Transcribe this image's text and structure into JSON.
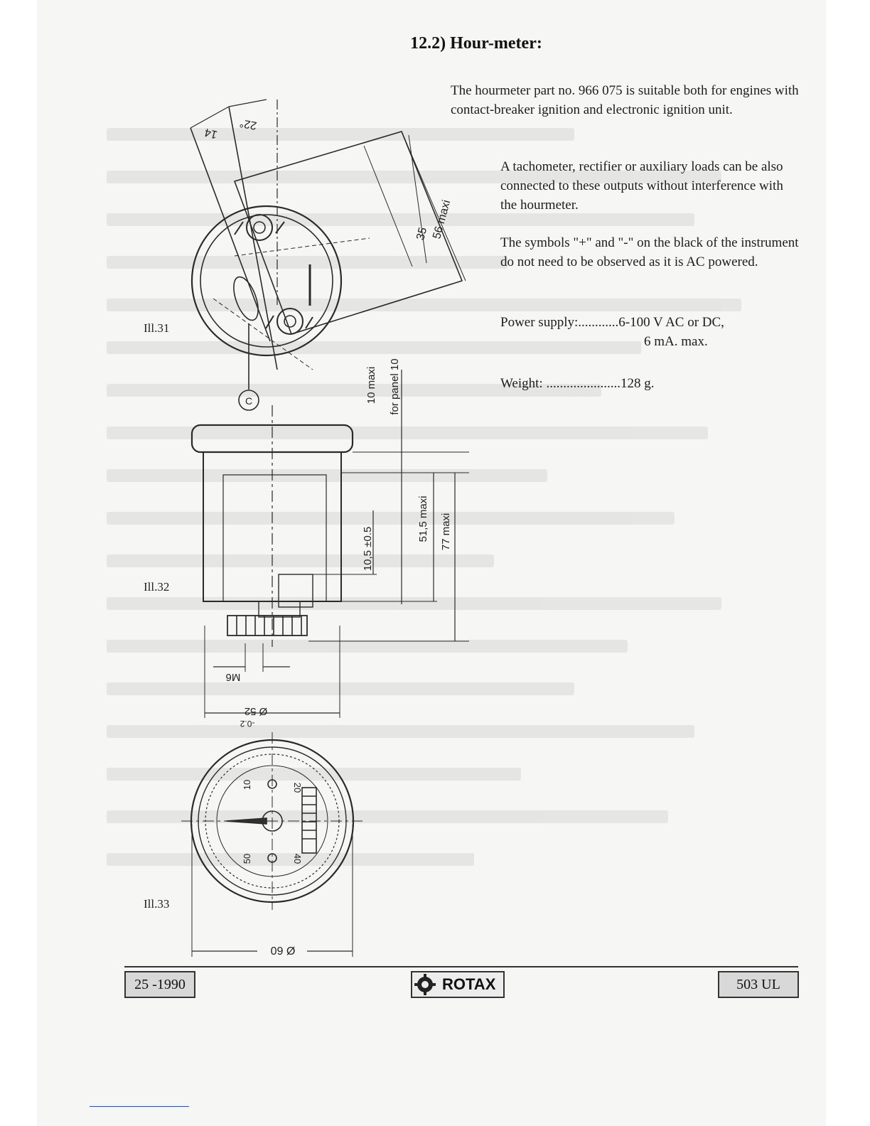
{
  "section_title": "12.2) Hour-meter:",
  "paragraphs": [
    "The hourmeter part no. 966 075 is suitable both for engines with contact-breaker ignition and electronic ignition unit.",
    "A tachometer, rectifier or auxiliary loads can be also connected to these outputs without interference with the hourmeter.",
    "The symbols \"+\" and \"-\" on the black of the instrument do not need to be observed as it is AC powered."
  ],
  "specs": {
    "power_supply_label": "Power supply:",
    "power_supply_dots": "............",
    "power_supply_value": "6-100 V AC or DC,",
    "power_supply_value2": "6  mA. max.",
    "weight_label": "Weight:",
    "weight_dots": "......................",
    "weight_value": "128 g."
  },
  "illustrations": {
    "ill31": "Ill.31",
    "ill32": "Ill.32",
    "ill33": "Ill.33"
  },
  "dimensions": {
    "angle": "22°",
    "d14": "14",
    "d35": "35",
    "d56": "56 maxi",
    "d10": "10  maxi",
    "panel": "for panel 10",
    "d105": "10,5 ±0.5",
    "d515": "51,5  maxi",
    "d77": "77  maxi",
    "m6": "M6",
    "d52": "Ø 52",
    "d52tol": "-0.2",
    "d60": "Ø 60",
    "conn": "C",
    "dial10": "10",
    "dial20": "20",
    "dial40": "40",
    "dial50": "50"
  },
  "footer": {
    "left": "25 -1990",
    "logo": "ROTAX",
    "right": "503 UL"
  }
}
